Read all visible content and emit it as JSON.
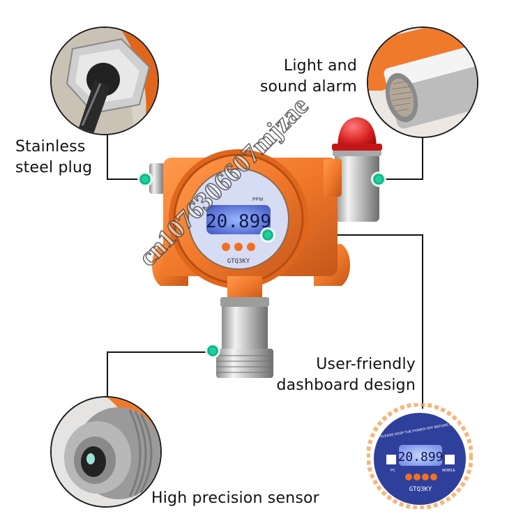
{
  "labels": {
    "steel_plug_line1": "Stainless",
    "steel_plug_line2": "steel plug",
    "alarm_line1": "Light and",
    "alarm_line2": "sound alarm",
    "dashboard_line1": "User-friendly",
    "dashboard_line2": "dashboard design",
    "sensor": "High precision sensor"
  },
  "display": {
    "reading": "20.899",
    "unit": "PPM",
    "cover_notice": "ATTENTION: PLEASE KEEP THE POWER OFF BEFORE OPEN THE COVER",
    "brand": "GTQ3KY",
    "pc_label": "PC",
    "mobile_label": "MOBILE"
  },
  "watermark": "cn1076306607mjzae",
  "colors": {
    "housing_orange": "#f0782a",
    "marker_teal": "#14c190",
    "display_blue": "#2f3f9c",
    "alarm_red": "#d81f1f"
  },
  "icons": [
    "stainless-steel-plug-photo",
    "alarm-lamp-photo",
    "sensor-head-photo",
    "dashboard-closeup-photo"
  ]
}
